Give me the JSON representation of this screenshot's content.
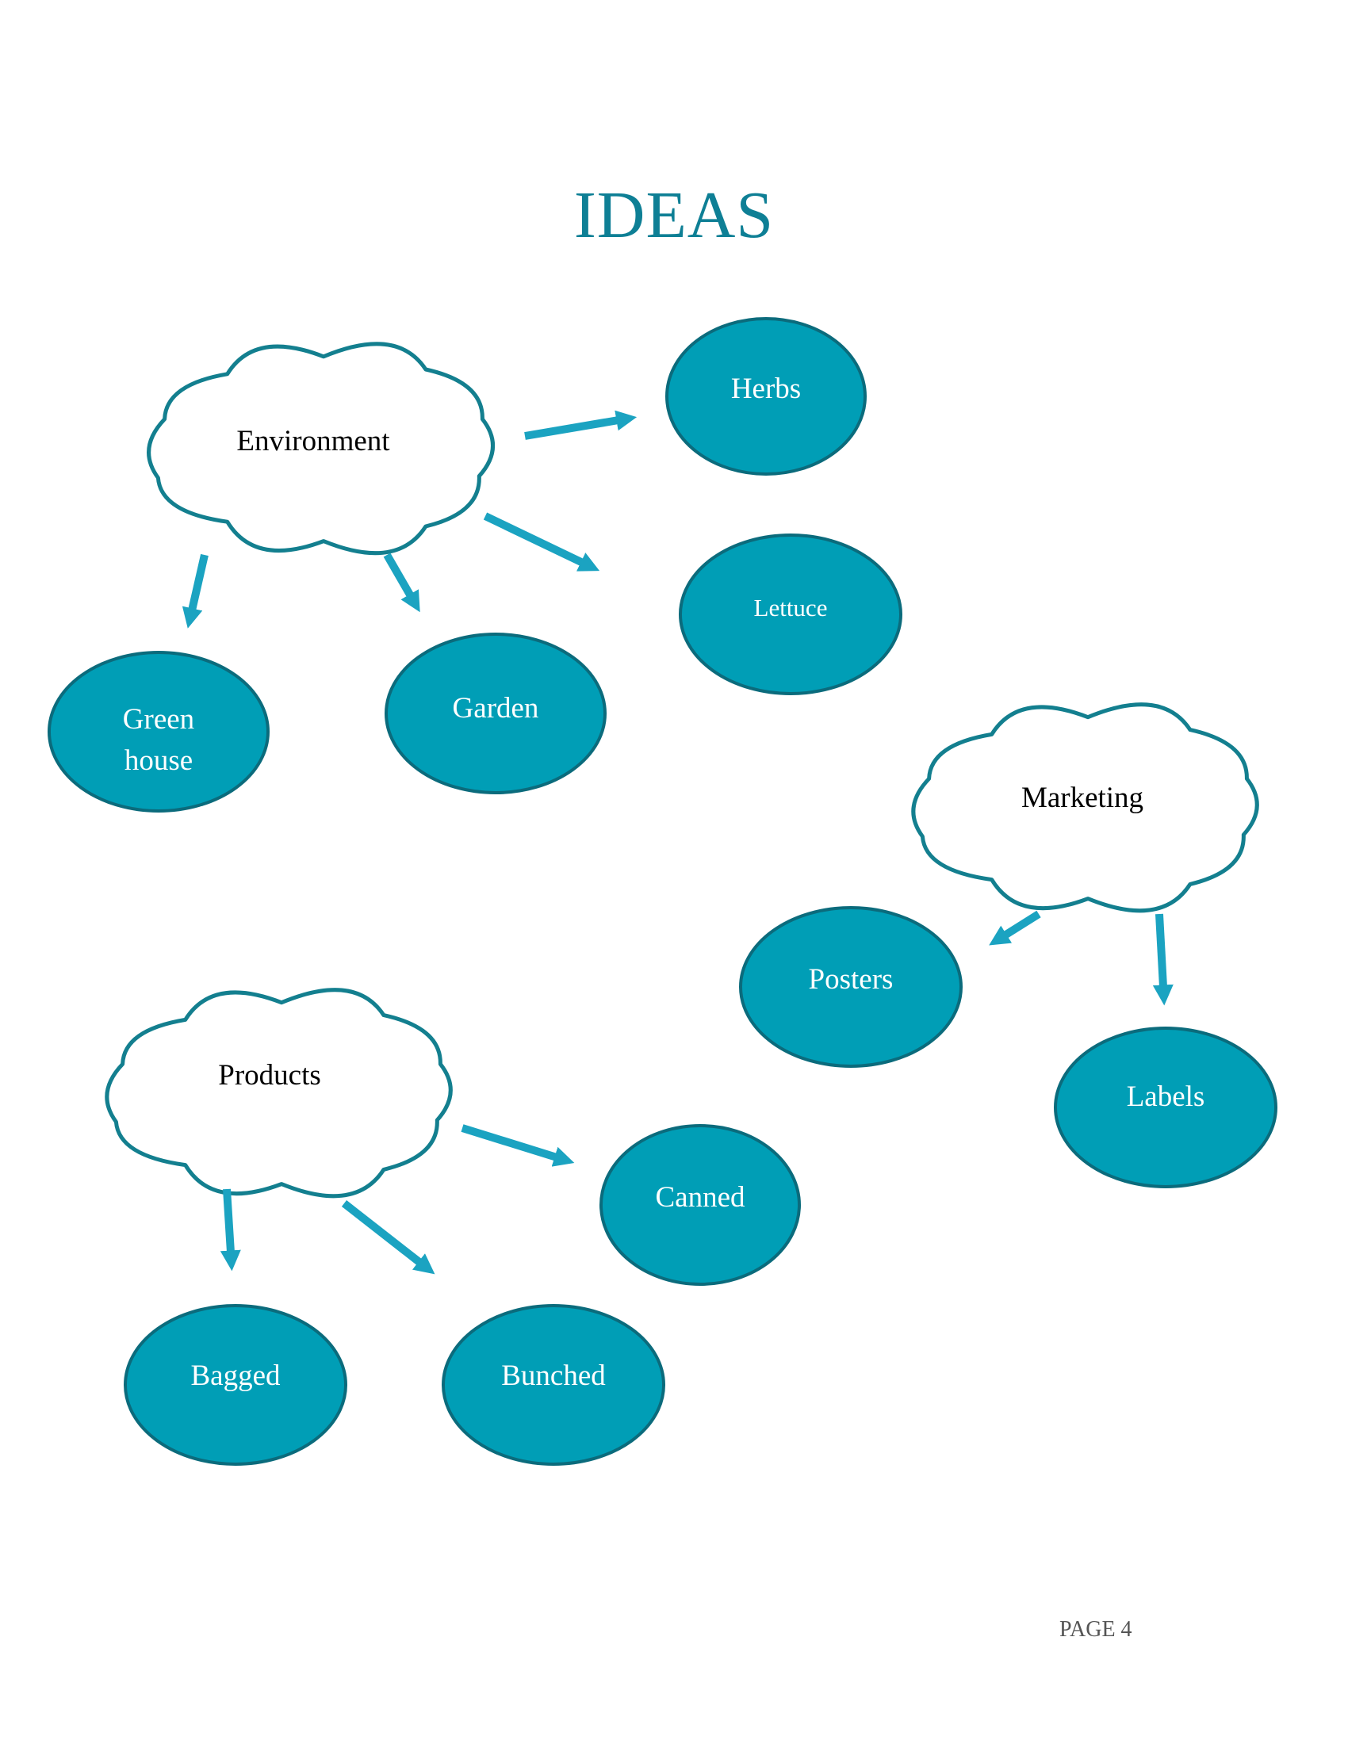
{
  "title": "IDEAS",
  "page_label": "PAGE 4",
  "colors": {
    "title": "#0e7f95",
    "node_fill": "#009eb6",
    "node_stroke": "#0b6b7c",
    "cloud_stroke": "#137f8f",
    "arrow": "#1ba3c1",
    "page_label": "#555555"
  },
  "topics": [
    {
      "id": "environment",
      "label": "Environment"
    },
    {
      "id": "marketing",
      "label": "Marketing"
    },
    {
      "id": "products",
      "label": "Products"
    }
  ],
  "ideas": [
    {
      "id": "herbs",
      "label": "Herbs",
      "topic": "environment"
    },
    {
      "id": "lettuce",
      "label": "Lettuce",
      "topic": "environment"
    },
    {
      "id": "greenhouse",
      "label": "Green\nhouse",
      "topic": "environment"
    },
    {
      "id": "garden",
      "label": "Garden",
      "topic": "environment"
    },
    {
      "id": "posters",
      "label": "Posters",
      "topic": "marketing"
    },
    {
      "id": "labels",
      "label": "Labels",
      "topic": "marketing"
    },
    {
      "id": "canned",
      "label": "Canned",
      "topic": "products"
    },
    {
      "id": "bagged",
      "label": "Bagged",
      "topic": "products"
    },
    {
      "id": "bunched",
      "label": "Bunched",
      "topic": "products"
    }
  ]
}
